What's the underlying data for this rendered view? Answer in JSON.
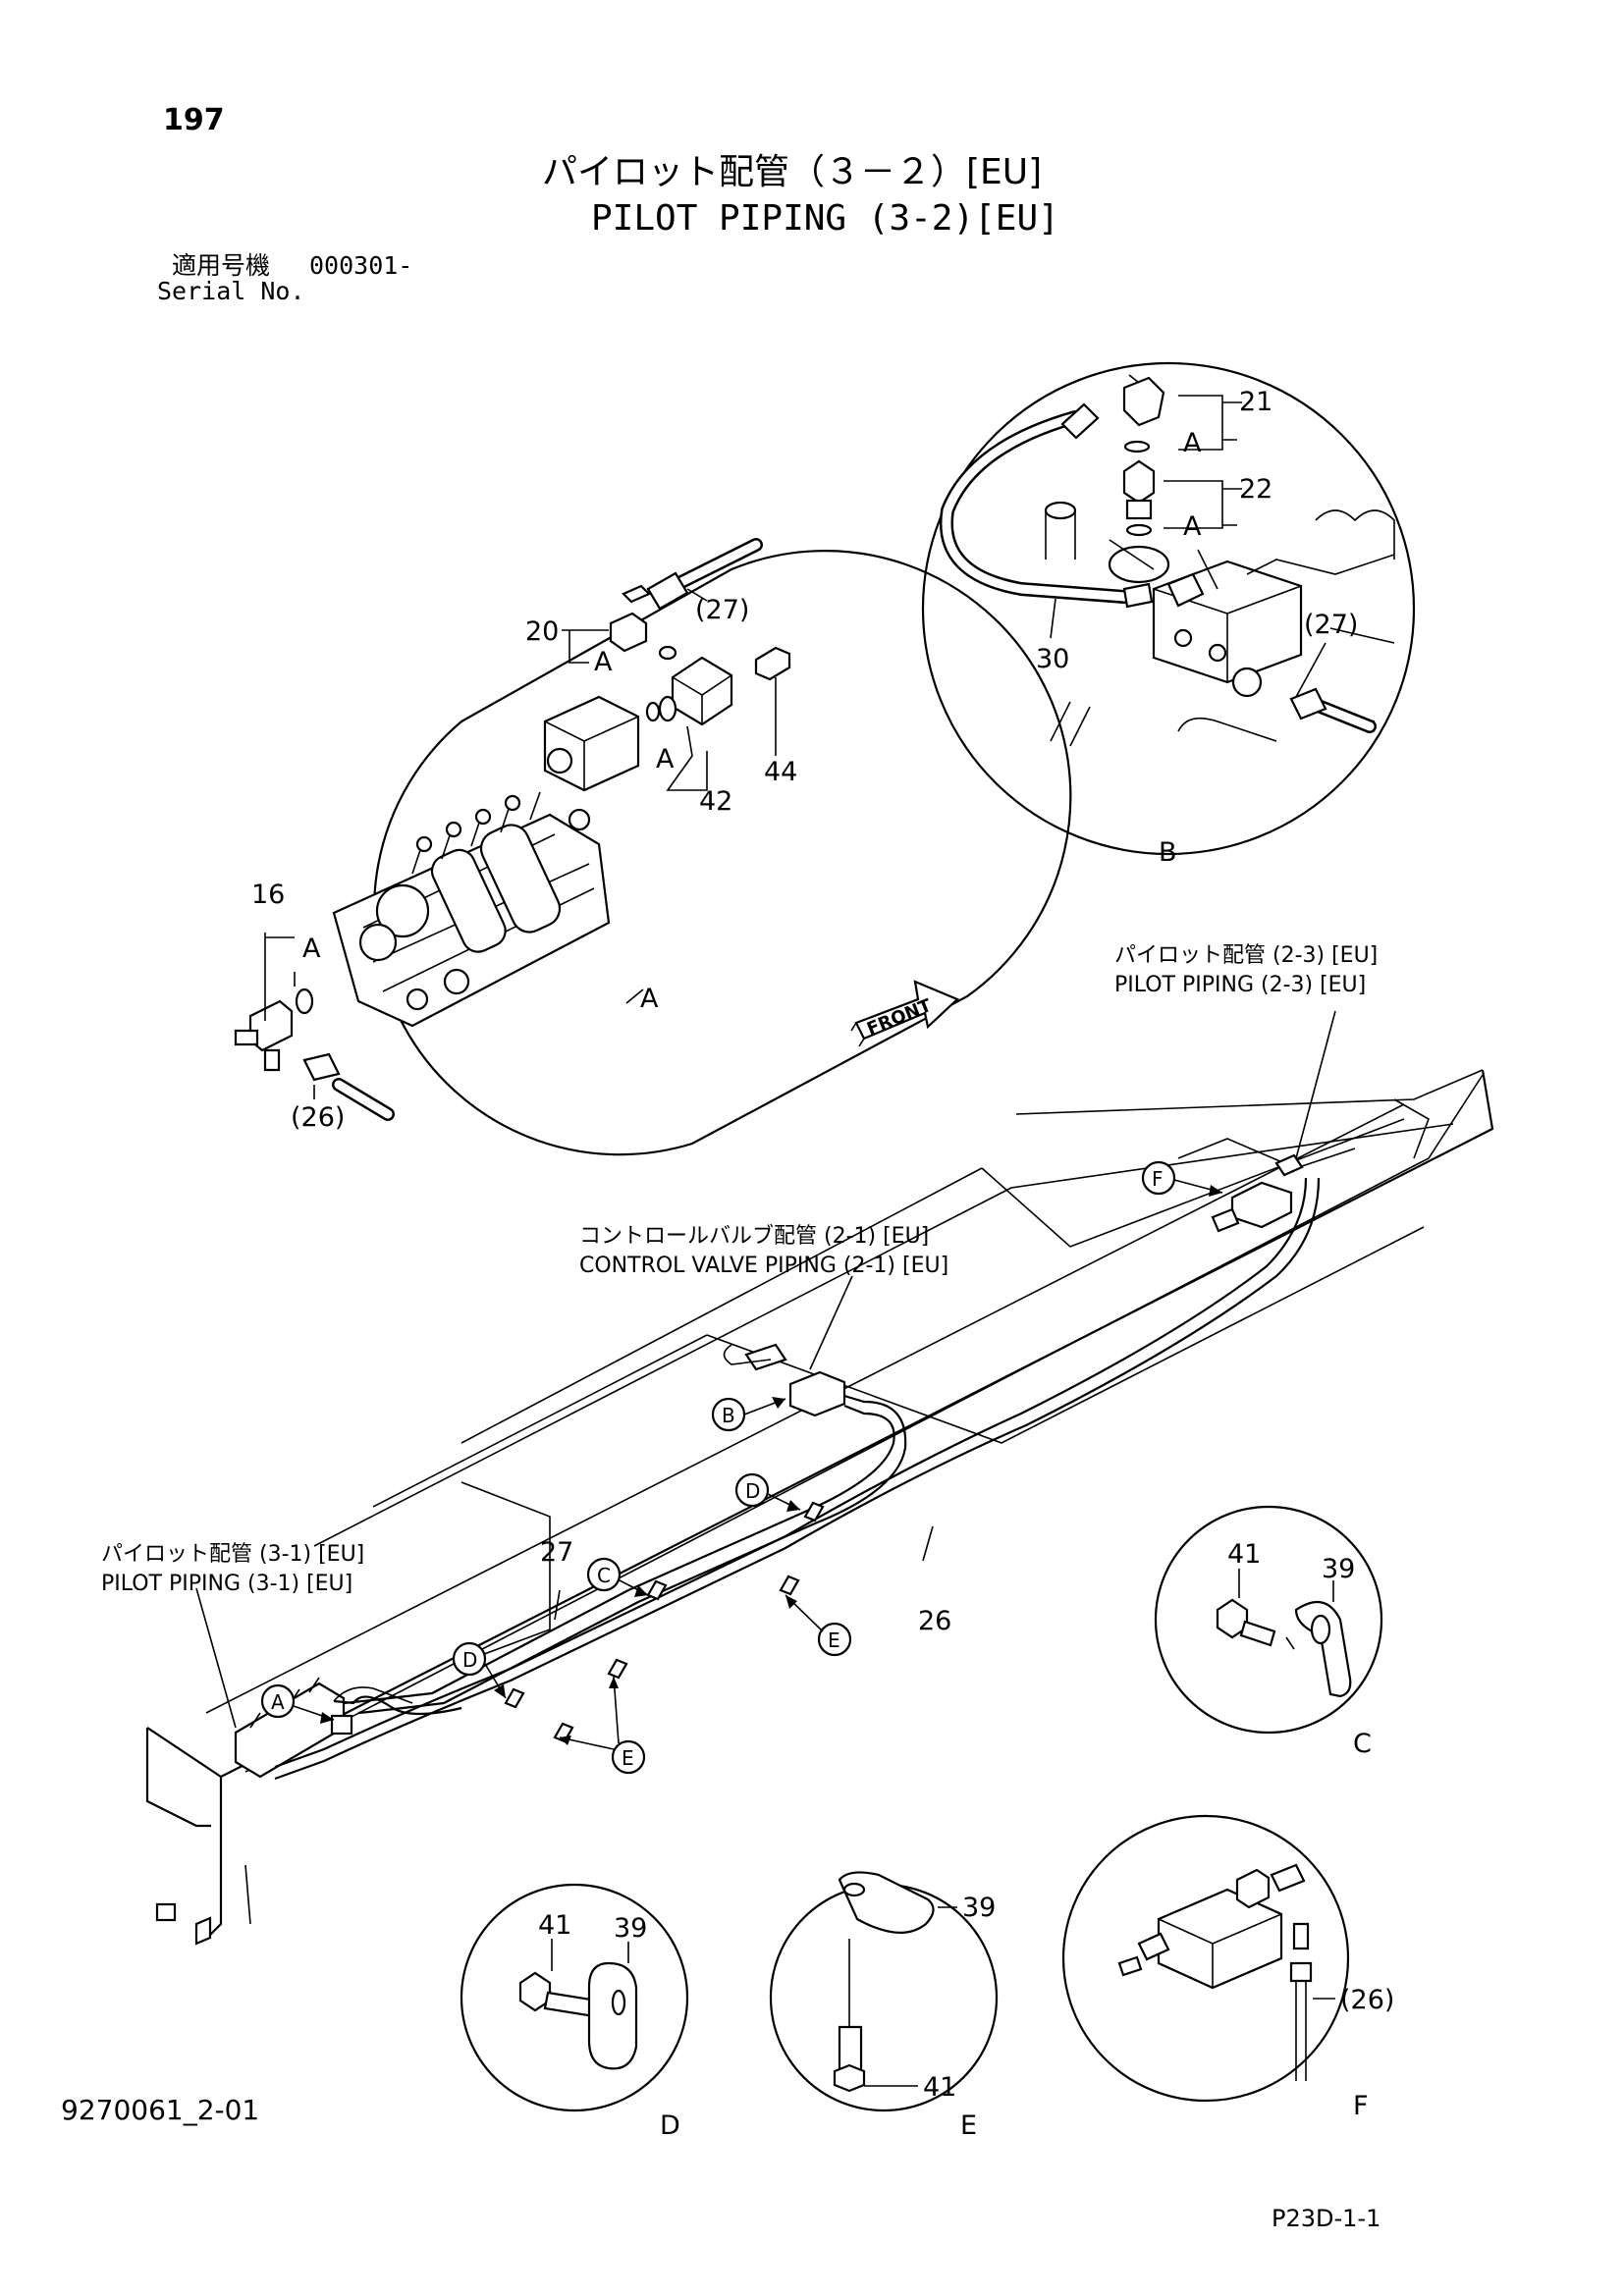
{
  "page_number": "197",
  "title_jp": "パイロット配管（３－２）[EU]",
  "title_en": "PILOT PIPING (3-2)[EU]",
  "serial": {
    "label_jp": "適用号機",
    "value": "000301-",
    "label_en": "Serial No."
  },
  "detail_labels": {
    "A": "A",
    "B": "B",
    "C": "C",
    "D": "D",
    "E": "E",
    "F": "F"
  },
  "part_numbers": {
    "p16": "16",
    "p20": "20",
    "p21": "21",
    "p22": "22",
    "p26": "26",
    "p26_ref": "(26)",
    "p27": "27",
    "p27_ref": "(27)",
    "p30": "30",
    "p39": "39",
    "p41": "41",
    "p42": "42",
    "p44": "44"
  },
  "references": {
    "pilot_2_3_jp": "パイロット配管 (2-3) [EU]",
    "pilot_2_3_en": "PILOT PIPING (2-3) [EU]",
    "control_valve_jp": "コントロールバルブ配管 (2-1) [EU]",
    "control_valve_en": "CONTROL VALVE PIPING (2-1) [EU]",
    "pilot_3_1_jp": "パイロット配管 (3-1) [EU]",
    "pilot_3_1_en": "PILOT PIPING (3-1) [EU]"
  },
  "front_label": "FRONT",
  "drawing_number": "9270061_2-01",
  "page_code": "P23D-1-1"
}
